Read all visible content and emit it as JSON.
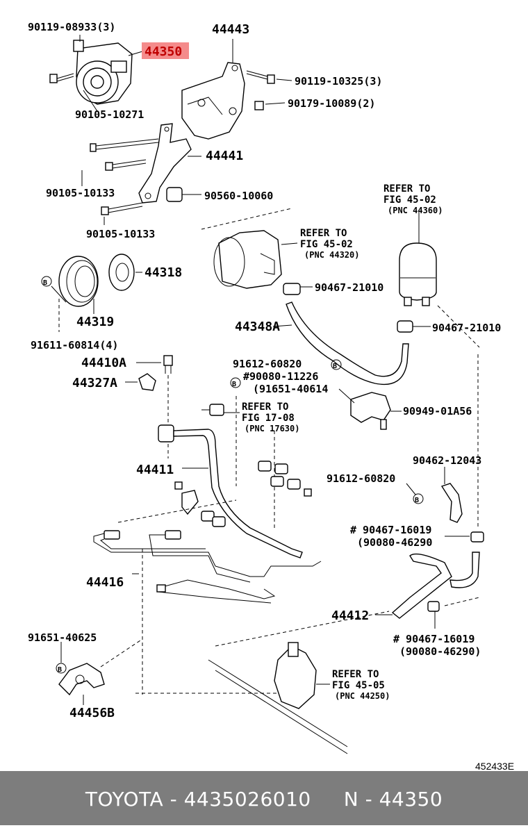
{
  "highlight_part": "44350",
  "labels": {
    "p90119_08933": "90119-08933(3)",
    "p44350": "44350",
    "p44443": "44443",
    "p90119_10325": "90119-10325(3)",
    "p90105_10271": "90105-10271",
    "p90179_10089": "90179-10089(2)",
    "p44441": "44441",
    "p90105_10133a": "90105-10133",
    "p90560_10060": "90560-10060",
    "p90105_10133b": "90105-10133",
    "ref1_a": "REFER TO",
    "ref1_b": "FIG 45-02",
    "ref1_c": "(PNC 44360)",
    "ref2_a": "REFER TO",
    "ref2_b": "FIG 45-02",
    "ref2_c": "(PNC 44320)",
    "p44318": "44318",
    "p90467_21010a": "90467-21010",
    "p44319": "44319",
    "p44348A": "44348A",
    "p90467_21010b": "90467-21010",
    "p91611_60814": "91611-60814(4)",
    "p44410A": "44410A",
    "p91612_60820a": "91612-60820",
    "p44327A": "44327A",
    "p90080_11226": "#90080-11226",
    "p91651_40614": "(91651-40614",
    "p90949_01A56": "90949-01A56",
    "ref3_a": "REFER TO",
    "ref3_b": "FIG 17-08",
    "ref3_c": "(PNC 17630)",
    "p90462_12043": "90462-12043",
    "p44411": "44411",
    "p91612_60820b": "91612-60820",
    "p90467_16019a": "# 90467-16019",
    "p90080_46290a": "(90080-46290",
    "p44416": "44416",
    "p44412": "44412",
    "p90467_16019b": "# 90467-16019",
    "p90080_46290b": "(90080-46290)",
    "p91651_40625": "91651-40625",
    "ref4_a": "REFER TO",
    "ref4_b": "FIG 45-05",
    "ref4_c": "(PNC 44250)",
    "p44456B": "44456B",
    "marker_b": "B",
    "illustration_id": "452433E"
  },
  "footer": "TOYOTA - 4435026010     N - 44350"
}
